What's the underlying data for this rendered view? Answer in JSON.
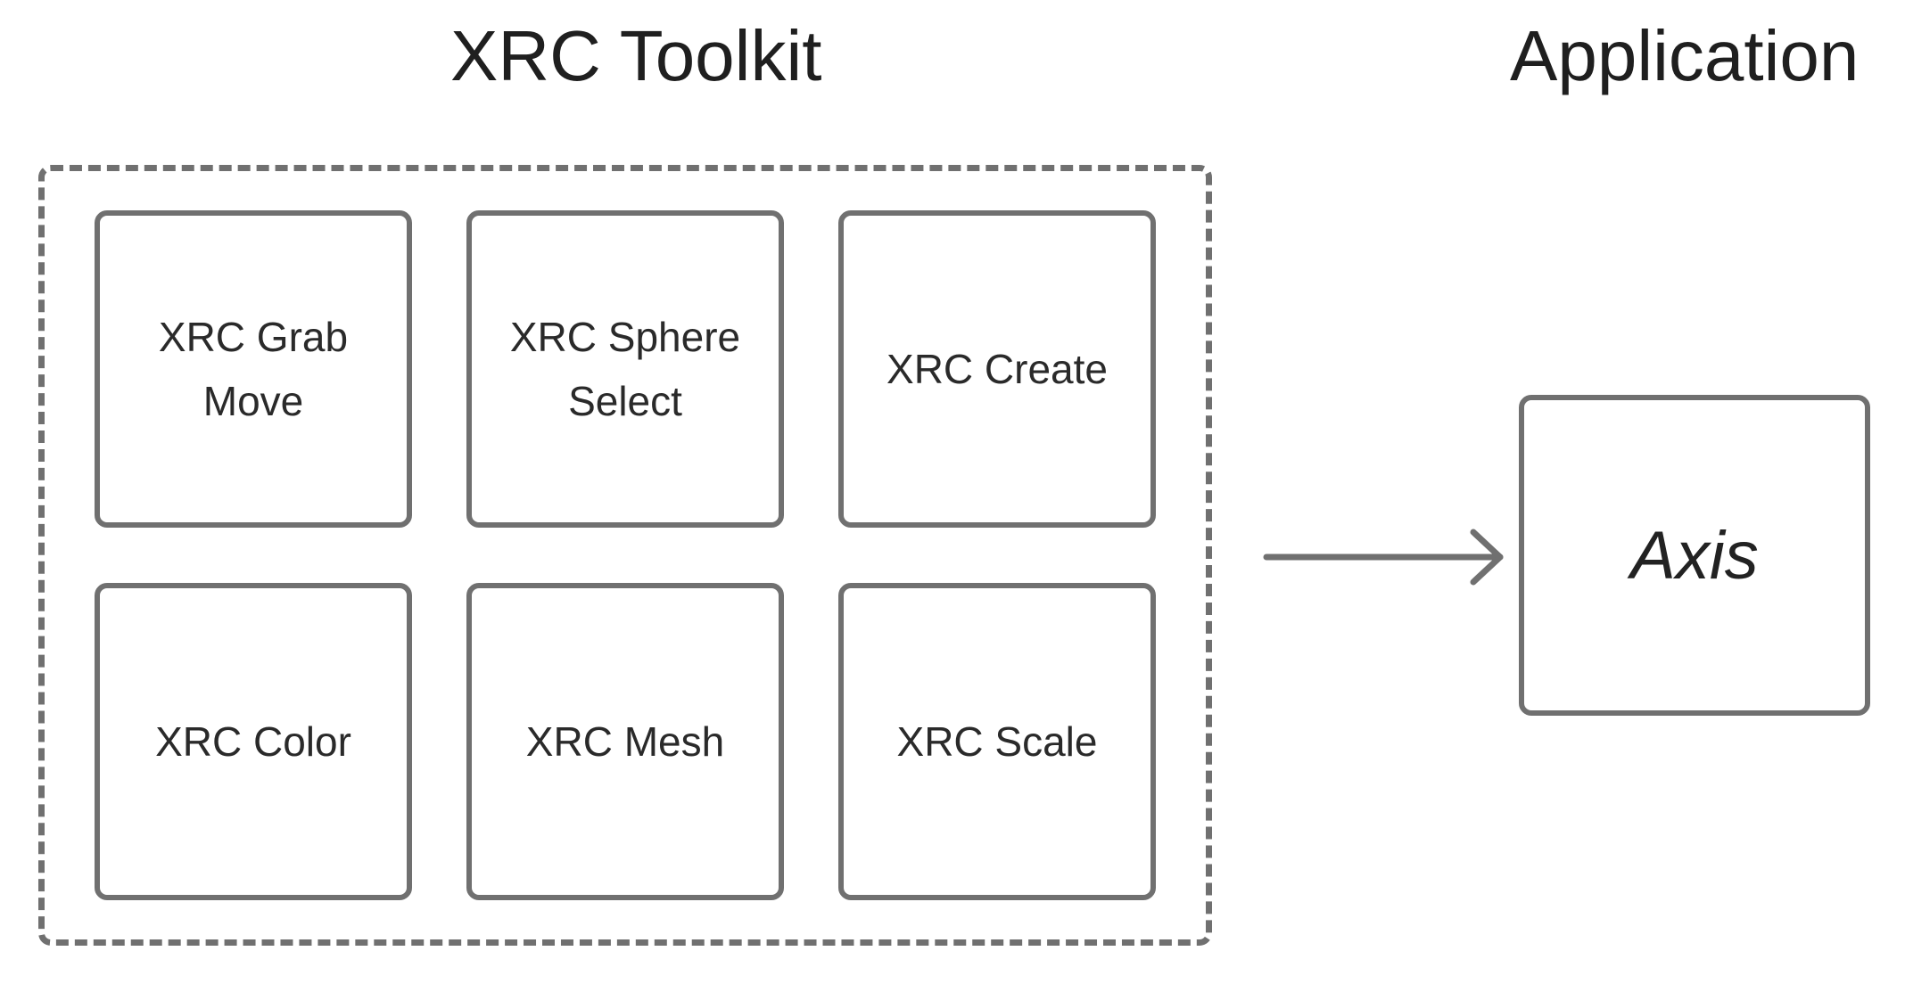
{
  "headings": {
    "toolkit": "XRC Toolkit",
    "application": "Application"
  },
  "toolkit": {
    "items": [
      {
        "label": "XRC Grab\nMove"
      },
      {
        "label": "XRC Sphere\nSelect"
      },
      {
        "label": "XRC Create"
      },
      {
        "label": "XRC Color"
      },
      {
        "label": "XRC Mesh"
      },
      {
        "label": "XRC Scale"
      }
    ]
  },
  "application": {
    "label": "Axis"
  },
  "colors": {
    "stroke": "#707070",
    "text": "#222222",
    "background": "#ffffff"
  }
}
